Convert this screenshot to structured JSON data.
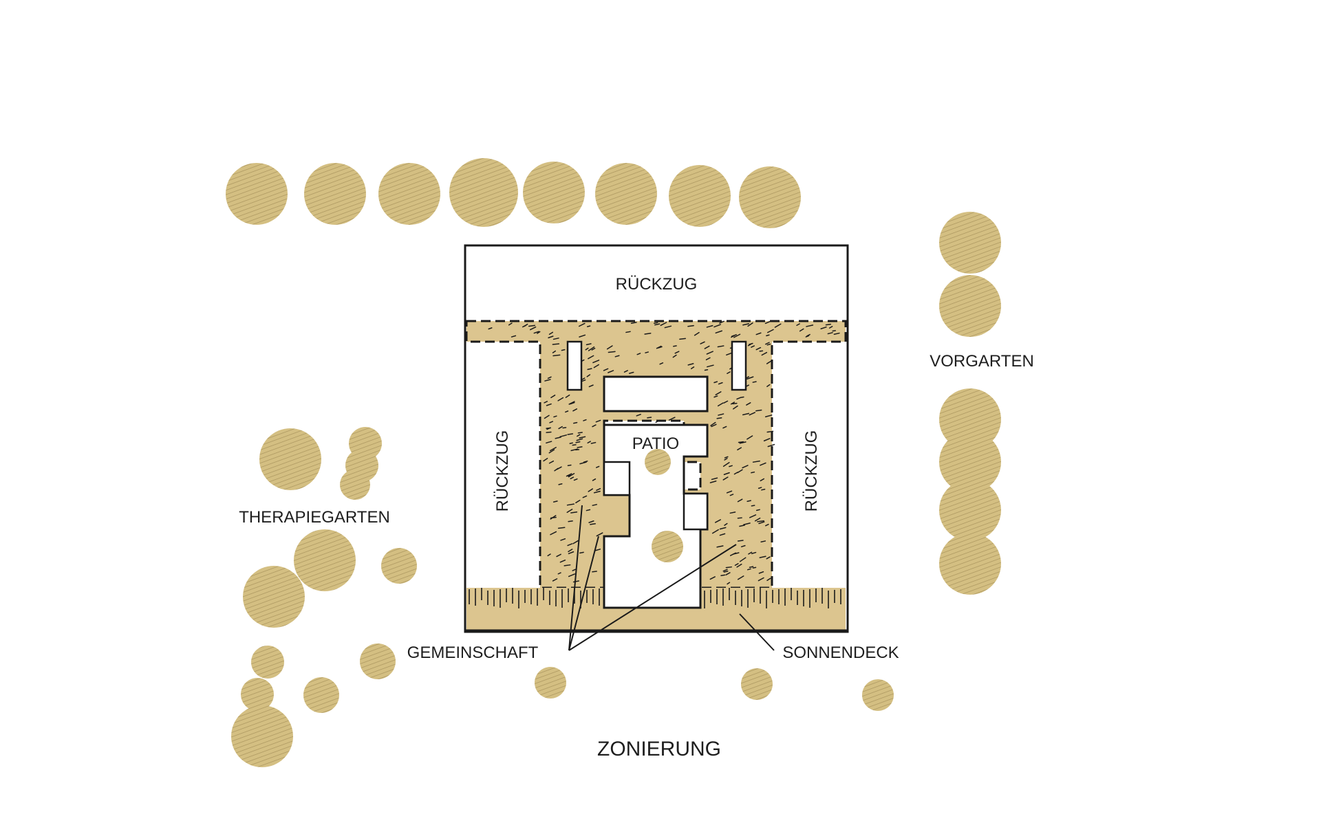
{
  "labels": {
    "rueckzug_top": "RÜCKZUG",
    "rueckzug_left": "RÜCKZUG",
    "rueckzug_right": "RÜCKZUG",
    "patio": "PATIO",
    "vorgarten": "VORGARTEN",
    "therapiegarten": "THERAPIEGARTEN",
    "gemeinschaft": "GEMEINSCHAFT",
    "sonnendeck": "SONNENDECK",
    "title": "ZONIERUNG"
  },
  "colors": {
    "zone_fill": "#dcc58f",
    "tree_fill": "#d4bf82",
    "tree_hatch": "#8a774a",
    "line": "#1a1a1a",
    "text": "#1e1e1e"
  },
  "icons": {
    "tree": "tree-icon"
  }
}
